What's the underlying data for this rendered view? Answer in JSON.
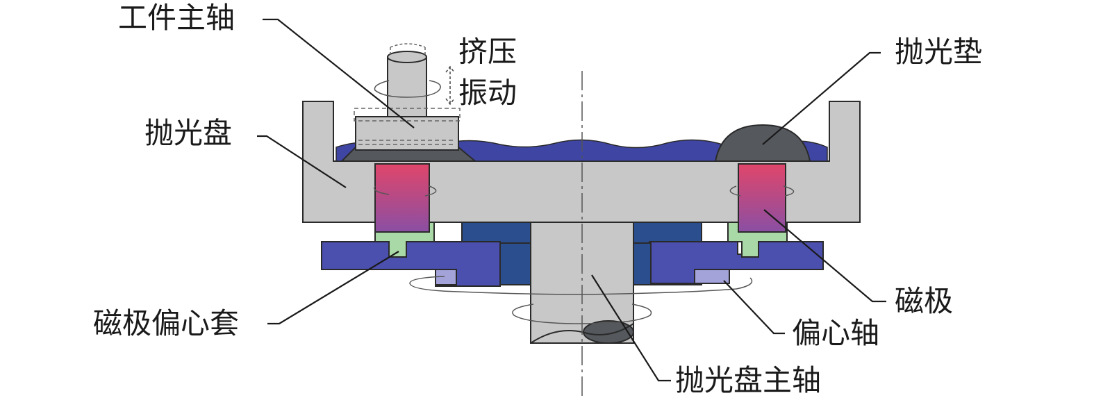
{
  "labels": {
    "workpiece_spindle": "工件主轴",
    "squeeze": "挤压",
    "vibration": "振动",
    "polishing_pad": "抛光垫",
    "polishing_disc": "抛光盘",
    "magnetic_pole": "磁极",
    "magnetic_pole_eccentric_sleeve": "磁极偏心套",
    "eccentric_shaft": "偏心轴",
    "polishing_disc_spindle": "抛光盘主轴"
  },
  "colors": {
    "disc_gray": "#c8c8c8",
    "slurry_blue": "#3f45a3",
    "plate_blue": "#4b4fae",
    "dark_blue": "#2b4f8e",
    "sleeve_green": "#a9d9a6",
    "magnet_top": "#e0466a",
    "magnet_bottom": "#8a4fa3",
    "pad_dark": "#55595e",
    "light_purple": "#a3a3da"
  }
}
